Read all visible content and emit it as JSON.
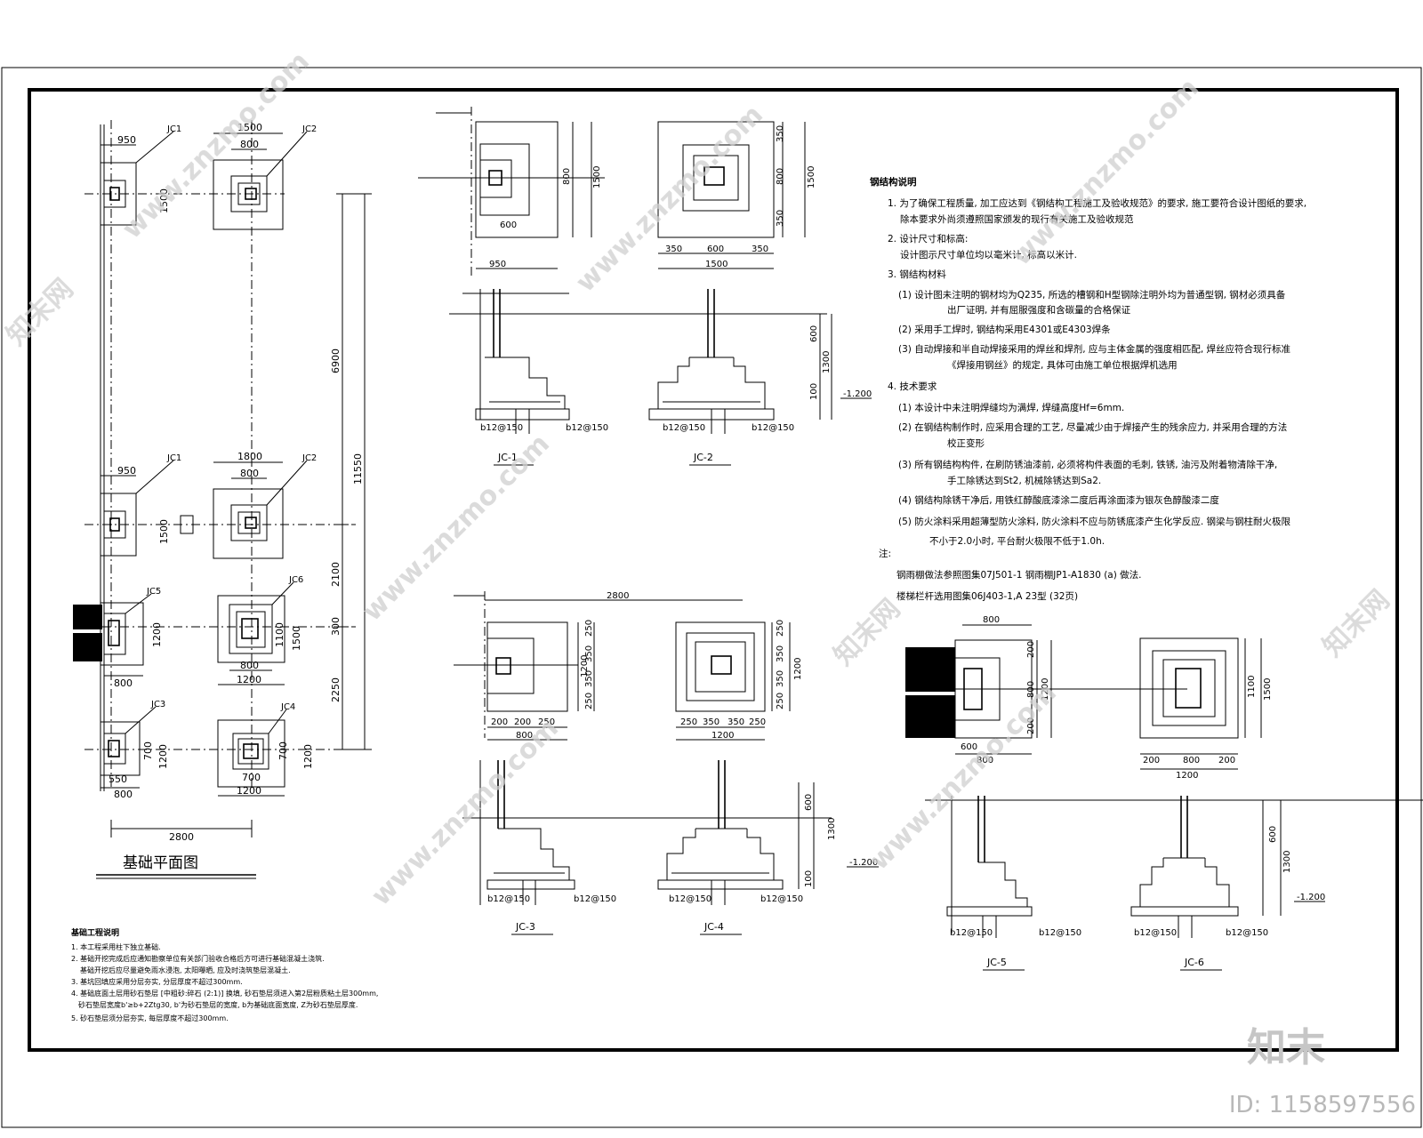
{
  "plan": {
    "title": "基础平面图",
    "labels": {
      "jc1": "JC1",
      "jc2": "JC2",
      "jc3": "JC3",
      "jc4": "JC4",
      "jc5": "JC5",
      "jc6": "JC6"
    },
    "dims": {
      "d950": "950",
      "d1500": "1500",
      "d800": "800",
      "d1800": "1800",
      "d1200": "1200",
      "d1100": "1100",
      "d700": "700",
      "d550": "550",
      "d2800": "2800",
      "d6900": "6900",
      "d11550": "11550",
      "d2100": "2100",
      "d300": "300",
      "d2250": "2250"
    }
  },
  "details": {
    "titles": [
      "JC-1",
      "JC-2",
      "JC-3",
      "JC-4",
      "JC-5",
      "JC-6"
    ],
    "rebar": "b12@150",
    "elev": "-1.200",
    "dims": {
      "d350": "350",
      "d250": "250",
      "d200": "200",
      "d600": "600",
      "d100": "100",
      "d1300": "1300",
      "d1500": "1500",
      "d1200": "1200",
      "d800": "800",
      "d950": "950",
      "d1100": "1100",
      "d2800": "2800"
    }
  },
  "steel_notes": {
    "heading": "钢结构说明",
    "lines": [
      "1. 为了确保工程质量, 加工应达到《钢结构工程施工及验收规范》的要求, 施工要符合设计图纸的要求,",
      "除本要求外尚须遵照国家颁发的现行有关施工及验收规范",
      "2. 设计尺寸和标高:",
      "设计图示尺寸单位均以毫米计, 标高以米计.",
      "3. 钢结构材料",
      "(1)   设计图未注明的钢材均为Q235, 所选的槽钢和H型钢除注明外均为普通型钢, 钢材必须具备",
      "出厂证明, 并有屈服强度和含碳量的合格保证",
      "(2)   采用手工焊时, 钢结构采用E4301或E4303焊条",
      "(3)   自动焊接和半自动焊接采用的焊丝和焊剂, 应与主体金属的强度相匹配, 焊丝应符合现行标准",
      "《焊接用钢丝》的规定, 具体可由施工单位根据焊机选用",
      "4. 技术要求",
      "(1)   本设计中未注明焊缝均为满焊, 焊缝高度Hf=6mm.",
      "(2)   在钢结构制作时, 应采用合理的工艺, 尽量减少由于焊接产生的残余应力, 并采用合理的方法",
      "校正变形",
      "(3)   所有钢结构构件, 在刷防锈油漆前, 必须将构件表面的毛刺, 铁锈, 油污及附着物清除干净,",
      "手工除锈达到St2, 机械除锈达到Sa2.",
      "(4)   钢结构除锈干净后, 用铁红醇酸底漆涂二度后再涂面漆为银灰色醇酸漆二度",
      "(5)   防火涂料采用超薄型防火涂料, 防火涂料不应与防锈底漆产生化学反应. 钢梁与钢柱耐火极限",
      "不小于2.0小时, 平台耐火极限不低于1.0h.",
      "注:",
      "钢雨棚做法参照图集07J501-1  钢雨棚JP1-A1830 (a) 做法.",
      "楼梯栏杆选用图集06J403-1,A  23型  (32页)"
    ]
  },
  "foundation_notes": {
    "heading": "基础工程说明",
    "lines": [
      "1. 本工程采用柱下独立基础.",
      "2. 基础开挖完成后应通知勘察单位有关部门验收合格后方可进行基础混凝土浇筑.",
      "基础开挖后应尽量避免雨水浸泡, 太阳曝晒, 应及时浇筑垫层混凝土.",
      "3. 基坑回填应采用分层夯实, 分层厚度不超过300mm.",
      "4. 基础底面土层用砂石垫层      [中粗砂:碎石 (2:1)]   换填, 砂石垫层须进入第2层粉质粘土层300mm,",
      "砂石垫层宽度b'≥b+2Ztg30, b'为砂石垫层的宽度, b为基础底面宽度, Z为砂石垫层厚度.",
      "5. 砂石垫层须分层夯实, 每层厚度不超过300mm."
    ]
  },
  "watermark": {
    "site": "www.znzmo.com",
    "brand_cn": "知末网",
    "brand": "知末",
    "image_id": "ID: 1158597556"
  }
}
